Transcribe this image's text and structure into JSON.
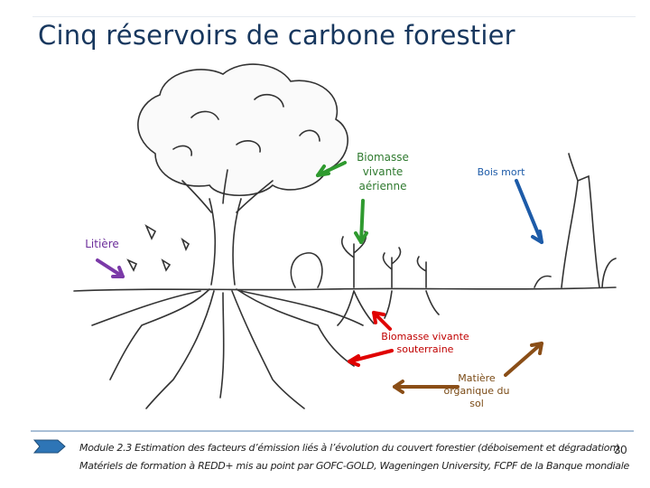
{
  "slide": {
    "title": "Cinq réservoirs de carbone forestier",
    "page_number": "30",
    "footer_line1": "Module 2.3 Estimation des facteurs d’émission liés à l’évolution du couvert forestier (déboisement et dégradation)",
    "footer_line2": "Matériels de formation à REDD+ mis au point par GOFC-GOLD, Wageningen University, FCPF de la Banque mondiale"
  },
  "pools": {
    "aboveground": {
      "l1": "Biomasse",
      "l2": "vivante",
      "l3": "aérienne",
      "color": "#2f9a2f"
    },
    "deadwood": {
      "label": "Bois mort",
      "color": "#1d5ba8"
    },
    "litter": {
      "label": "Litière",
      "color": "#7b3aa8"
    },
    "belowground": {
      "l1": "Biomasse vivante",
      "l2": "souterraine",
      "color": "#e00000"
    },
    "soil": {
      "l1": "Matière",
      "l2": "organique du",
      "l3": "sol",
      "color": "#8a4e17"
    }
  },
  "icons": {
    "bullet": "chevron-arrow-icon",
    "bullet_color": "#2e75b6"
  }
}
